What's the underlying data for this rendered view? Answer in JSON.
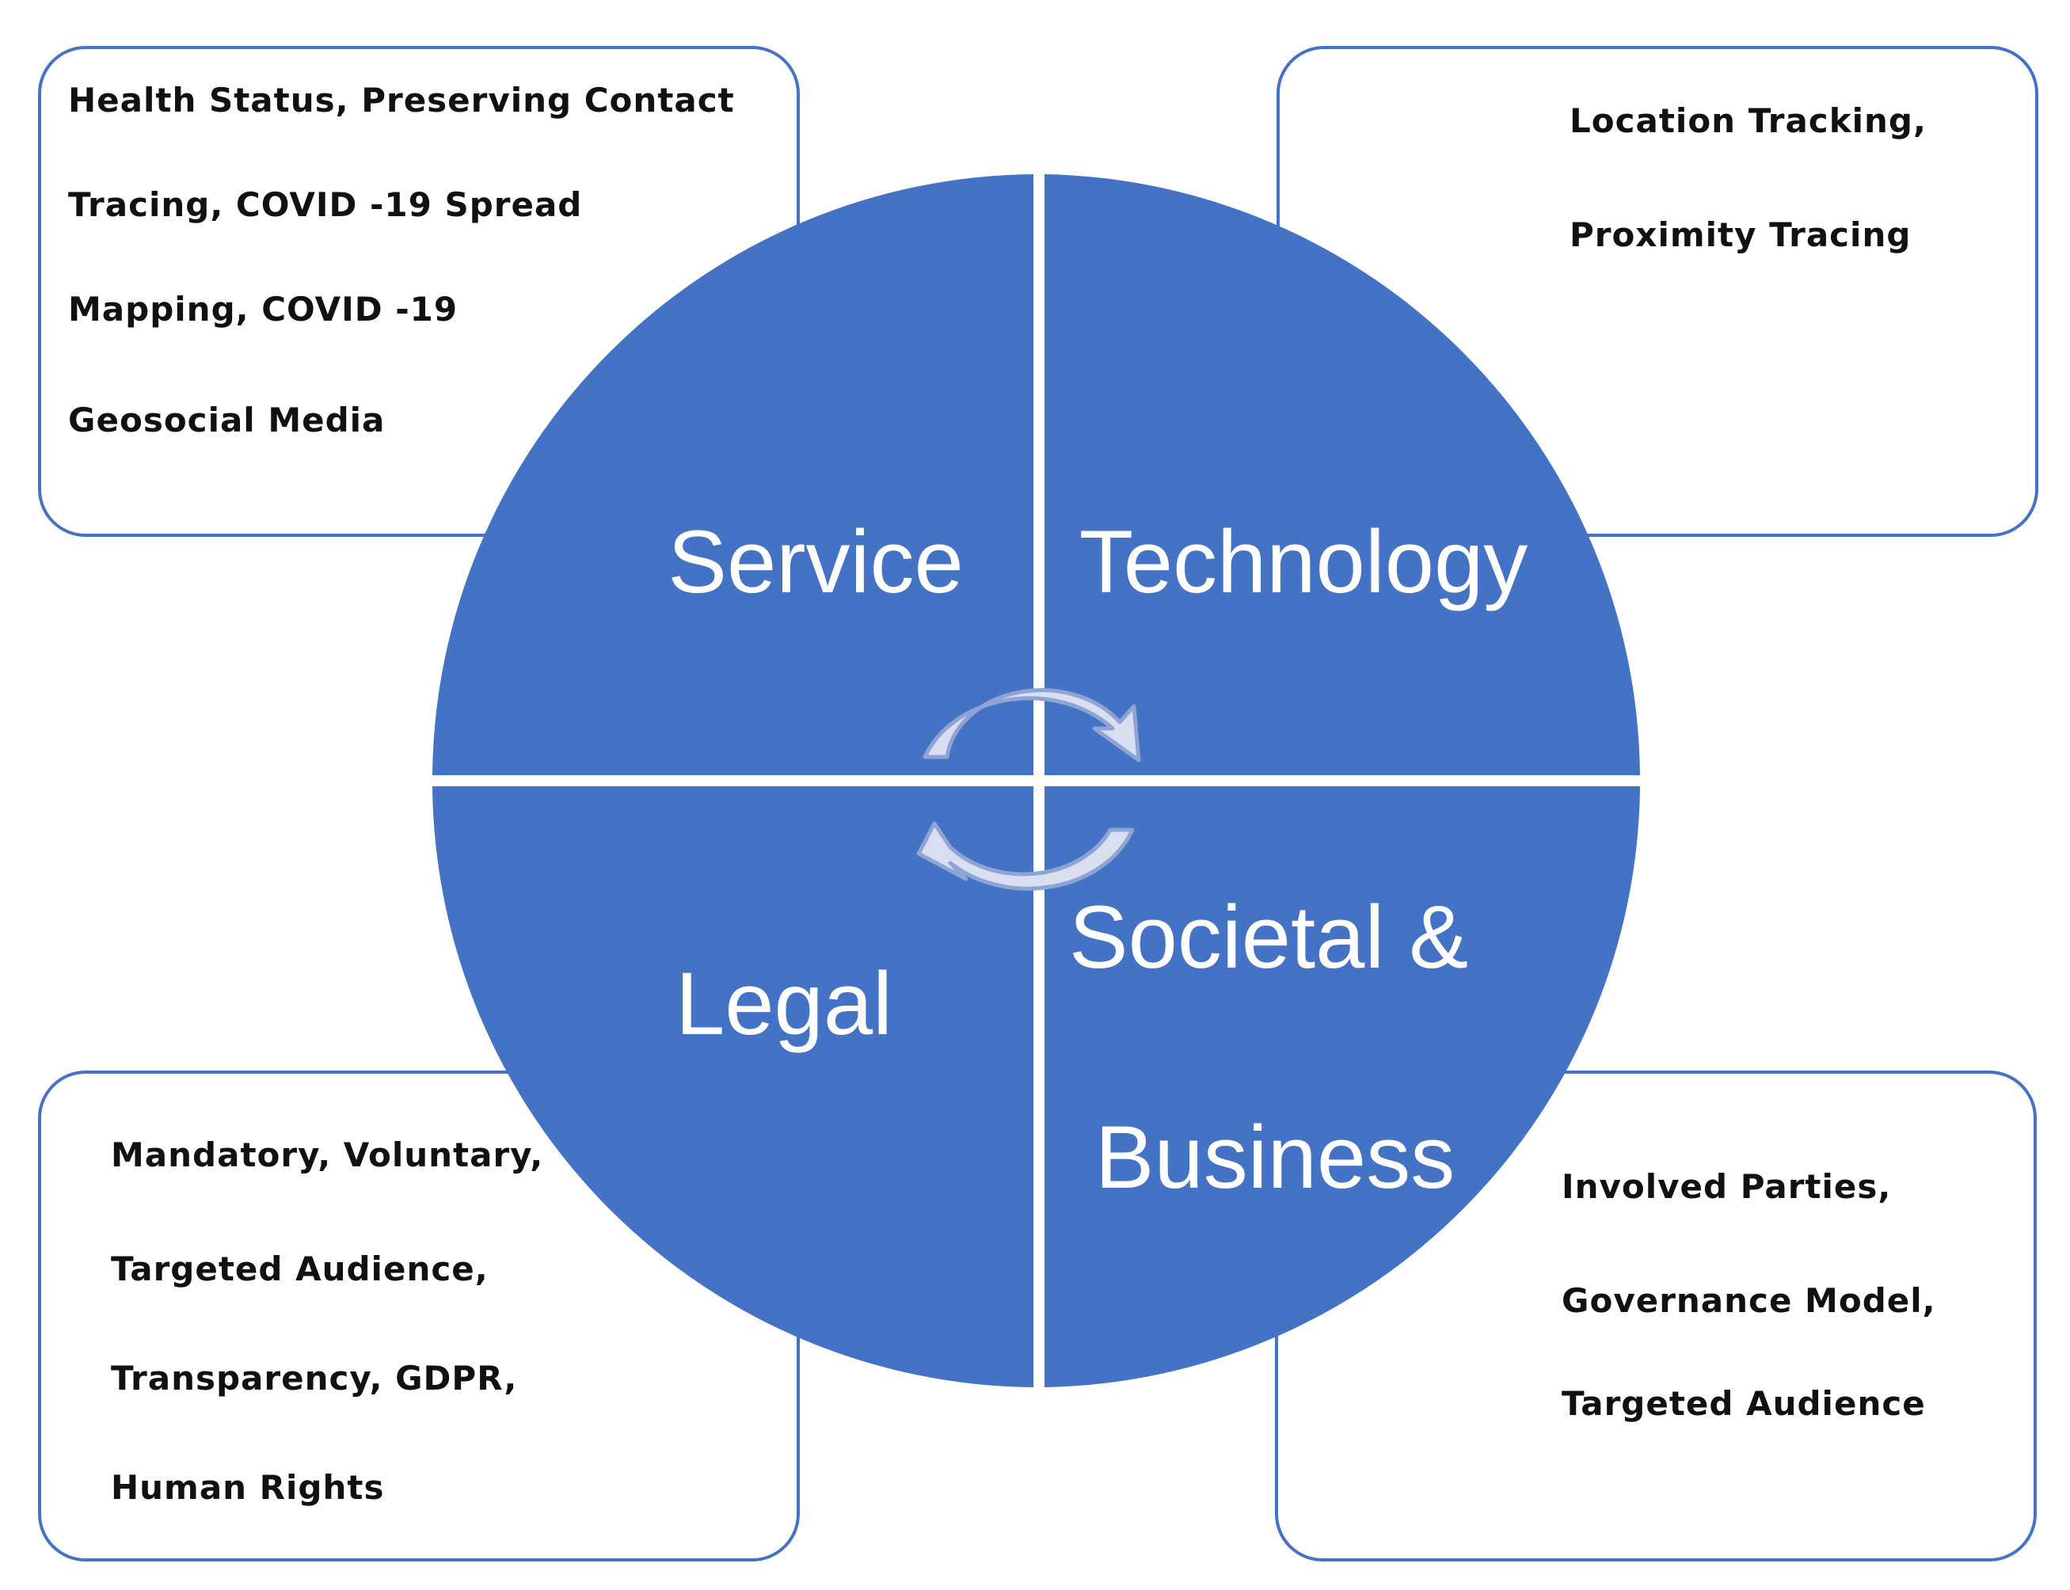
{
  "boxes": {
    "service": {
      "lines": [
        "Health Status, Preserving Contact",
        "Tracing,  COVID -19 Spread",
        "Mapping,  COVID -19",
        "Geosocial Media"
      ]
    },
    "technology": {
      "lines": [
        "Location  Tracking,",
        "Proximity  Tracing"
      ]
    },
    "legal": {
      "lines": [
        "Mandatory,  Voluntary,",
        "Targeted  Audience,",
        "Transparency,  GDPR,",
        "Human Rights"
      ]
    },
    "societal_business": {
      "lines": [
        "Involved Parties,",
        "Governance Model,",
        "Targeted  Audience"
      ]
    }
  },
  "quadrants": {
    "service": "Service",
    "technology": "Technology",
    "legal": "Legal",
    "societal_line1": "Societal &",
    "societal_line2": "Business"
  },
  "colors": {
    "quadrant_fill": "#4472c4",
    "box_border": "#4472c4",
    "arrow_fill": "#d9dff0"
  },
  "icons": {
    "cycle": "circular-arrows-icon"
  }
}
